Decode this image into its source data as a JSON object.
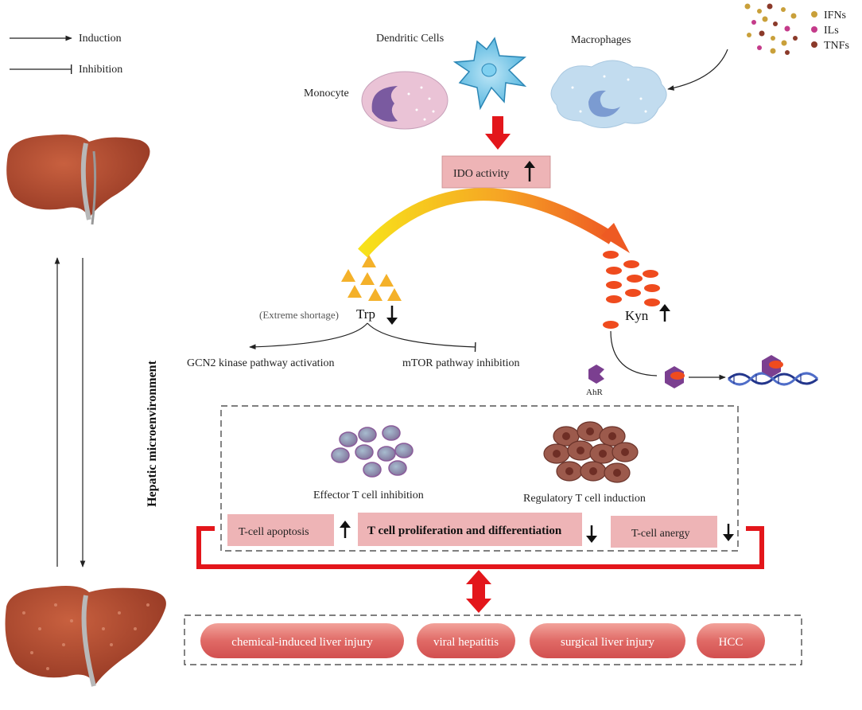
{
  "legend": {
    "induction": "Induction",
    "inhibition": "Inhibition",
    "cytokines": [
      "IFNs",
      "ILs",
      "TNFs"
    ]
  },
  "cells": {
    "dendritic": "Dendritic Cells",
    "macrophages": "Macrophages",
    "monocyte": "Monocyte"
  },
  "ido_box": "IDO activity",
  "trp": {
    "note": "(Extreme shortage)",
    "label": "Trp"
  },
  "kyn": {
    "label": "Kyn"
  },
  "pathways": {
    "gcn2": "GCN2 kinase pathway activation",
    "mtor": "mTOR pathway inhibition"
  },
  "ahr": "AhR",
  "side_title": "Hepatic microenvironment",
  "tcells": {
    "effector": "Effector T cell inhibition",
    "regulatory": "Regulatory T cell induction"
  },
  "outcome_boxes": [
    {
      "label": "T-cell apoptosis",
      "direction": "up"
    },
    {
      "label": "T cell proliferation and differentiation",
      "direction": "down"
    },
    {
      "label": "T-cell anergy",
      "direction": "down"
    }
  ],
  "diseases": [
    "chemical-induced liver injury",
    "viral hepatitis",
    "surgical liver injury",
    "HCC"
  ],
  "colors": {
    "red": "#e3161b",
    "box_fill": "#eeb4b6",
    "pill_fill": "#e06a66",
    "liver": "#b24a30",
    "ido_gradient_start": "#f7e21a",
    "ido_gradient_end": "#ee5a23"
  }
}
